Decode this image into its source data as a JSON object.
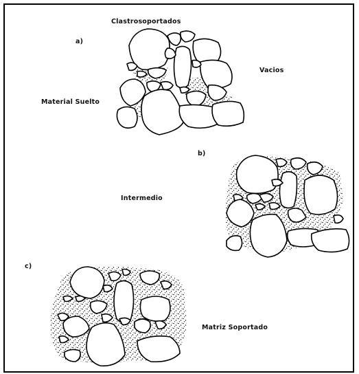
{
  "labels": {
    "clastro": "Clastrosoportados",
    "a": "a)",
    "vacios": "Vacios",
    "suelto": "Material Suelto",
    "b": "b)",
    "intermedio": "Intermedio",
    "c": "c)",
    "matriz": "Matriz Soportado"
  },
  "colors": {
    "stroke": "#000000",
    "fill": "#ffffff",
    "matrix_dots": "#000000"
  }
}
